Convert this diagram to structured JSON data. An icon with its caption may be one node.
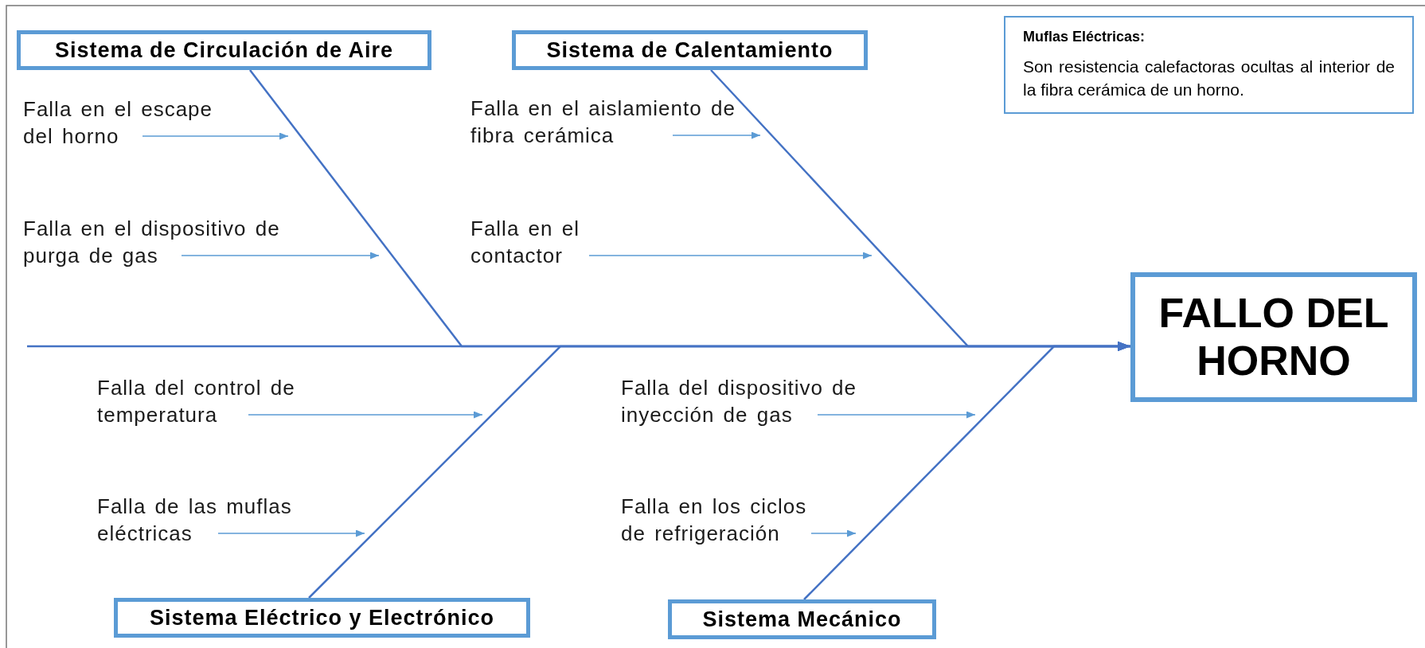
{
  "diagram": {
    "nodes": [
      {
        "text": [
          "Sistema de Circulación de Aire"
        ]
      },
      {
        "text": [
          "Sistema de Calentamiento"
        ]
      },
      {
        "text": [
          "Muflas Eléctricas:",
          "Son resistencia calefactoras ocultas al interior de la fibra cerámica de un horno."
        ]
      },
      {
        "text": [
          "Falla en el escape del horno"
        ]
      },
      {
        "text": [
          "Falla en el aislamiento de fibra cerámica"
        ]
      },
      {
        "text": [
          "Falla en el dispositivo de purga de gas"
        ]
      },
      {
        "text": [
          "Falla en el contactor"
        ]
      },
      {
        "text": [
          "FALLO DEL HORNO"
        ]
      },
      {
        "text": [
          "Falla del control de temperatura"
        ]
      },
      {
        "text": [
          "Falla del dispositivo de inyección de gas"
        ]
      },
      {
        "text": [
          "Falla de las muflas eléctricas"
        ]
      },
      {
        "text": [
          "Falla en los ciclos de refrigeración"
        ]
      },
      {
        "text": [
          "Sistema Eléctrico y Electrónico"
        ]
      },
      {
        "text": [
          "Sistema Mecánico"
        ]
      }
    ],
    "edges": [
      {
        "from": null,
        "to": 7,
        "arrow": "to",
        "color": "#4472c4"
      },
      {
        "from": 0,
        "to": 7,
        "arrow": "to",
        "color": "#4472c4"
      },
      {
        "from": 1,
        "to": 7,
        "arrow": "to",
        "color": "#4472c4"
      },
      {
        "from": 12,
        "to": 7,
        "arrow": "to",
        "color": "#4472c4"
      },
      {
        "from": 13,
        "to": 7,
        "arrow": "to",
        "color": "#4472c4"
      },
      {
        "from": 3,
        "to": null,
        "arrow": "to"
      },
      {
        "from": 4,
        "to": null,
        "arrow": "to"
      },
      {
        "from": 5,
        "to": null,
        "arrow": "to"
      },
      {
        "from": 6,
        "to": null,
        "arrow": "to"
      },
      {
        "from": 8,
        "to": null,
        "arrow": "to"
      },
      {
        "from": 9,
        "to": null,
        "arrow": "to"
      },
      {
        "from": 10,
        "to": null,
        "arrow": "to"
      },
      {
        "from": 11,
        "to": null,
        "arrow": "to"
      }
    ]
  }
}
